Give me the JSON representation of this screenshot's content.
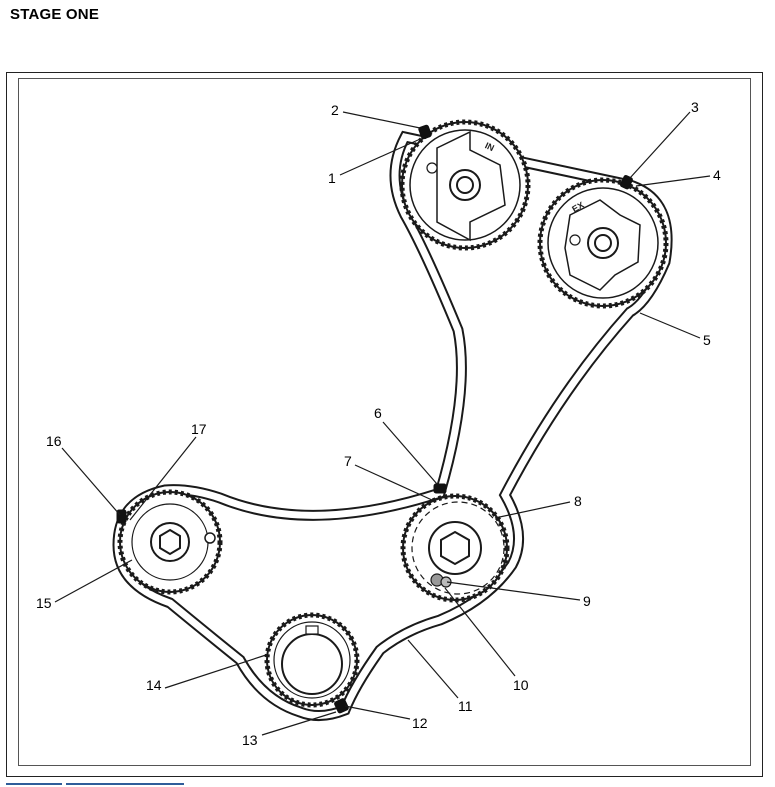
{
  "page": {
    "title": "STAGE ONE"
  },
  "diagram": {
    "cam_labels": {
      "intake": "IN",
      "exhaust": "EX"
    },
    "callouts": [
      "1",
      "2",
      "3",
      "4",
      "5",
      "6",
      "7",
      "8",
      "9",
      "10",
      "11",
      "12",
      "13",
      "14",
      "15",
      "16",
      "17"
    ]
  },
  "colors": {
    "line": "#1a1a1a",
    "footer_accent": "#2f5d9a"
  }
}
